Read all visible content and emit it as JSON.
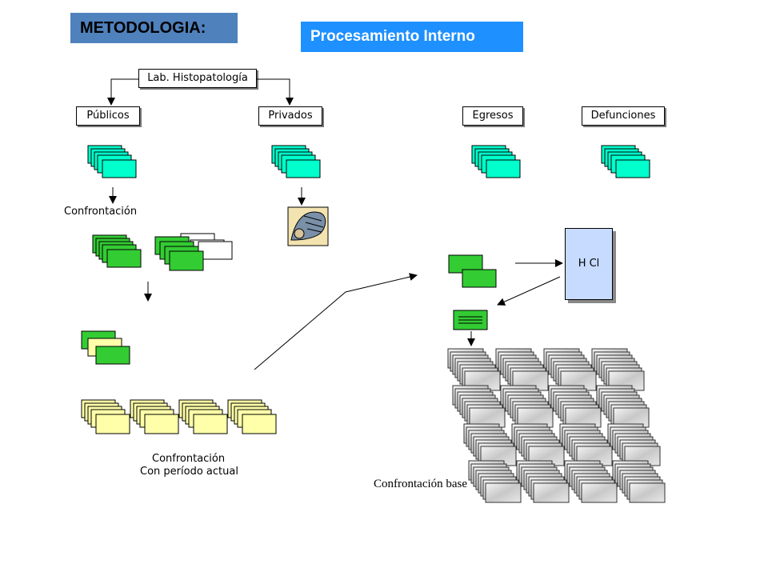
{
  "title_tag": "METODOLOGIA:",
  "subtitle_tag": "Procesamiento Interno",
  "top_box": "Lab. Histopatología",
  "sources": {
    "publicos": "Públicos",
    "privados": "Privados",
    "egresos": "Egresos",
    "defunciones": "Defunciones"
  },
  "confrontacion_1": "Confrontación",
  "confrontacion_periodo_line1": "Confrontación",
  "confrontacion_periodo_line2": "Con período actual",
  "hcl_label": "H  Cl",
  "confrontacion_base": "Confrontación base",
  "colors": {
    "cyan": "#00ffcc",
    "green": "#33cc33",
    "yellow": "#ffffaa",
    "blue_tag": "#1e90ff",
    "steel_tag": "#4f81bd",
    "hcl_fill": "#c6dbff"
  }
}
